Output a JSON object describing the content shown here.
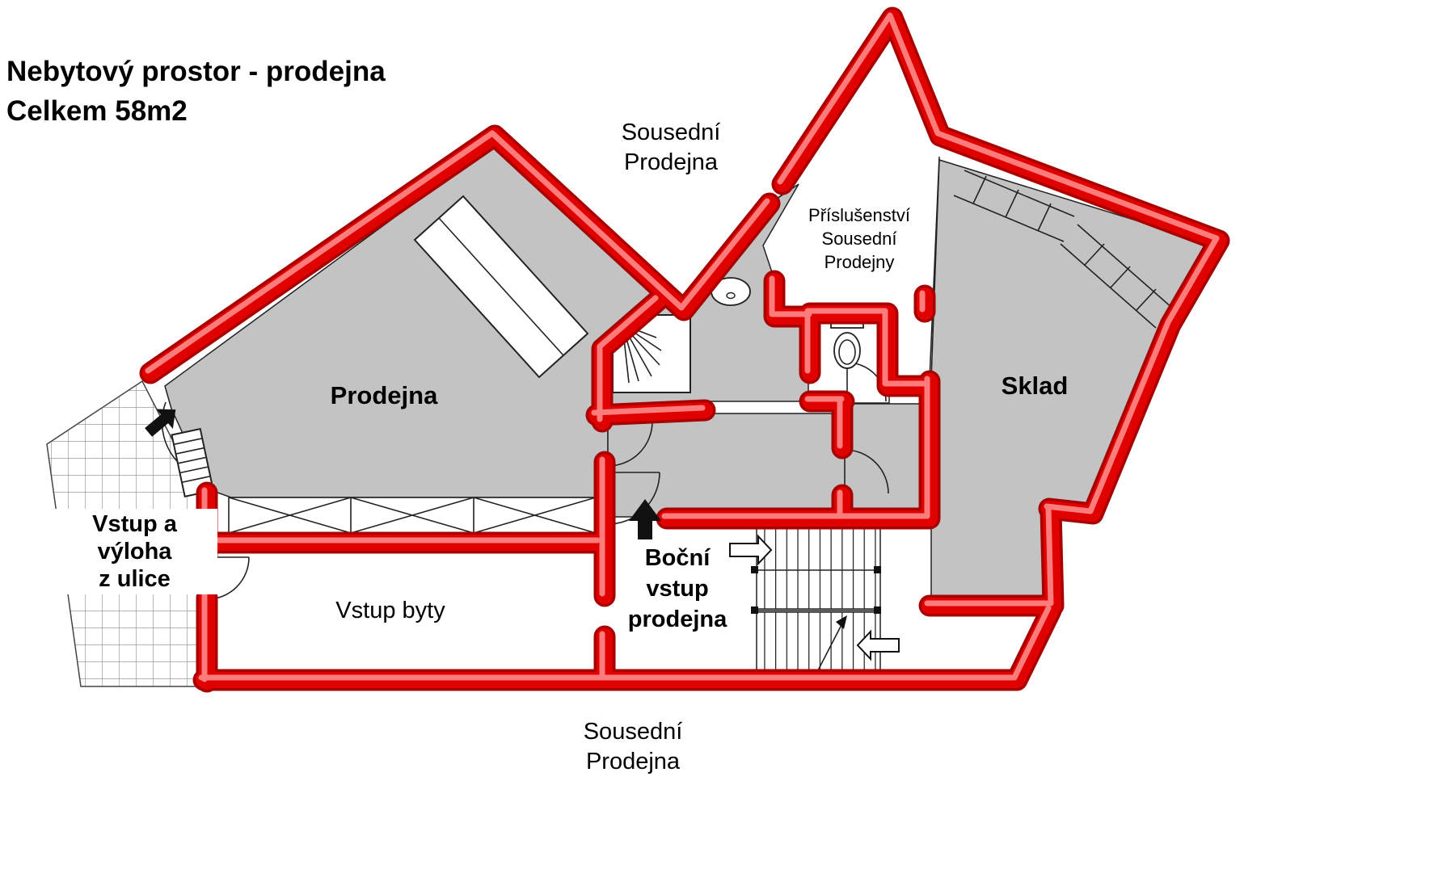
{
  "title": {
    "line1": "Nebytový prostor - prodejna",
    "line2": "Celkem 58m2"
  },
  "labels": {
    "neighbor_top": {
      "line1": "Sousední",
      "line2": "Prodejna"
    },
    "accessories": {
      "line1": "Příslušenství",
      "line2": "Sousední",
      "line3": "Prodejny"
    },
    "shop": "Prodejna",
    "warehouse": "Sklad",
    "street_entrance": {
      "line1": "Vstup a",
      "line2": "výloha",
      "line3": "z ulice"
    },
    "flats_entrance": "Vstup byty",
    "side_entrance": {
      "line1": "Boční",
      "line2": "vstup",
      "line3": "prodejna"
    },
    "neighbor_bottom": {
      "line1": "Sousední",
      "line2": "Prodejna"
    }
  },
  "colors": {
    "wall_red": "#e00000",
    "wall_highlight": "#ff8a8a",
    "wall_shadow": "#a80000",
    "floor_gray": "#c3c3c3"
  }
}
